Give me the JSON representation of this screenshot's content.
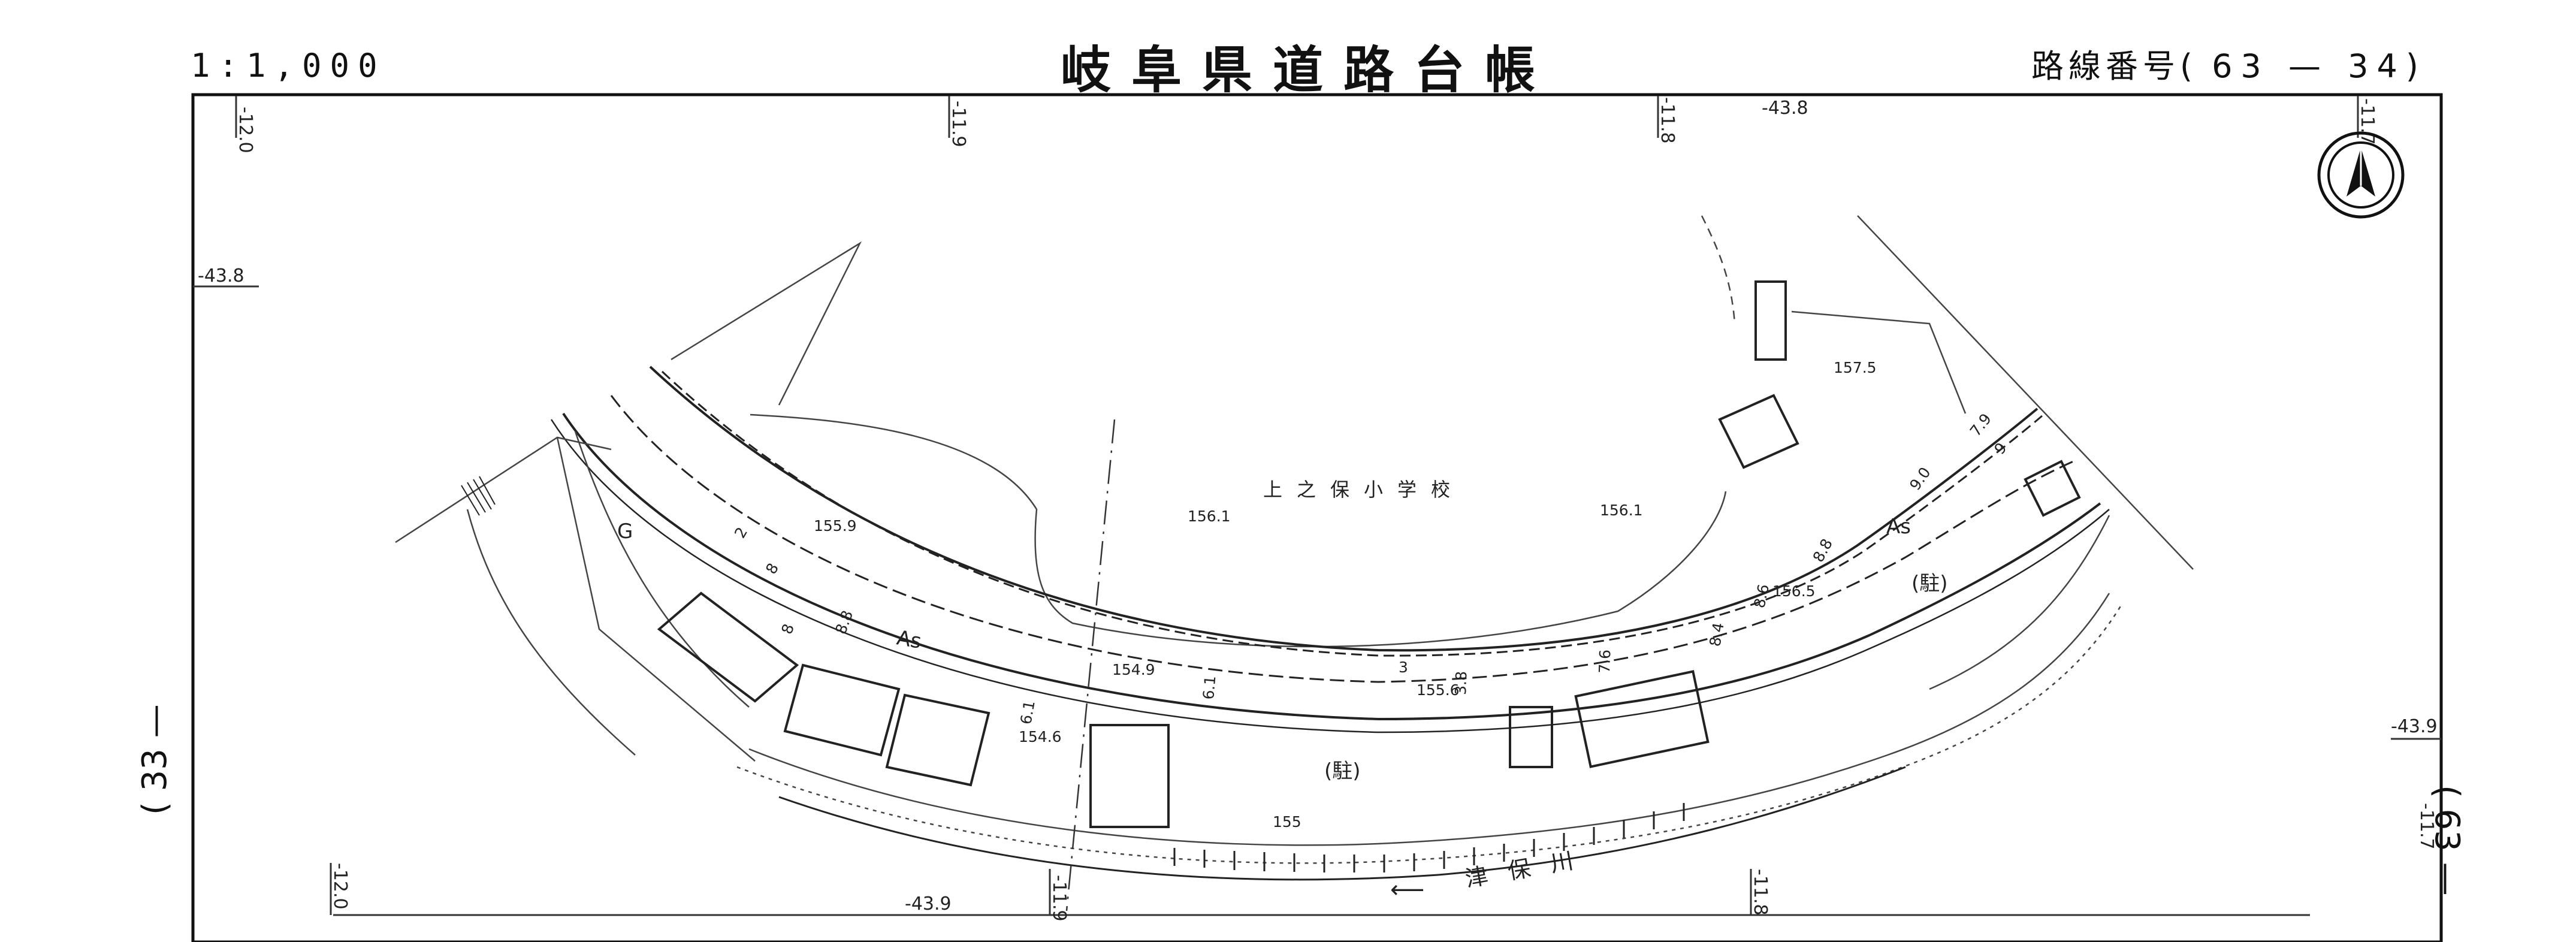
{
  "header": {
    "scale": "1:1,000",
    "title": "岐阜県道路台帳",
    "route_label": "路線番号(",
    "route_number": "63 — 34",
    "route_close": ")"
  },
  "side_labels": {
    "left": "( 33 —",
    "right": "( 63 —"
  },
  "grid_labels": {
    "top_a": "-12.0",
    "top_b": "-11.9",
    "top_c": "-11.8",
    "top_d": "-43.8",
    "top_e": "-11.7",
    "left_a": "-43.8",
    "right_a": "-43.9",
    "right_b": "-11.7",
    "bottom_a": "-12.0",
    "bottom_b": "-43.9",
    "bottom_c": "-11.9",
    "bottom_d": "-11.8"
  },
  "places": {
    "school": "上之保小学校",
    "parking_left": "(駐)",
    "parking_right": "(駐)",
    "river": "津保川",
    "ground": "G",
    "asphalt_left": "As",
    "asphalt_right": "As"
  },
  "elevations": [
    "155.9",
    "156.1",
    "156.1",
    "157.5",
    "156.5",
    "154.9",
    "155.6",
    "154.6",
    "155"
  ],
  "widths": [
    "2",
    "8",
    "8",
    "8.8",
    "6.1",
    "6.1",
    "3",
    "3.8",
    "7.6",
    "8.4",
    "8.6",
    "8.8",
    "9.0",
    "7.9",
    "9"
  ],
  "north_arrow": "north-arrow-icon"
}
